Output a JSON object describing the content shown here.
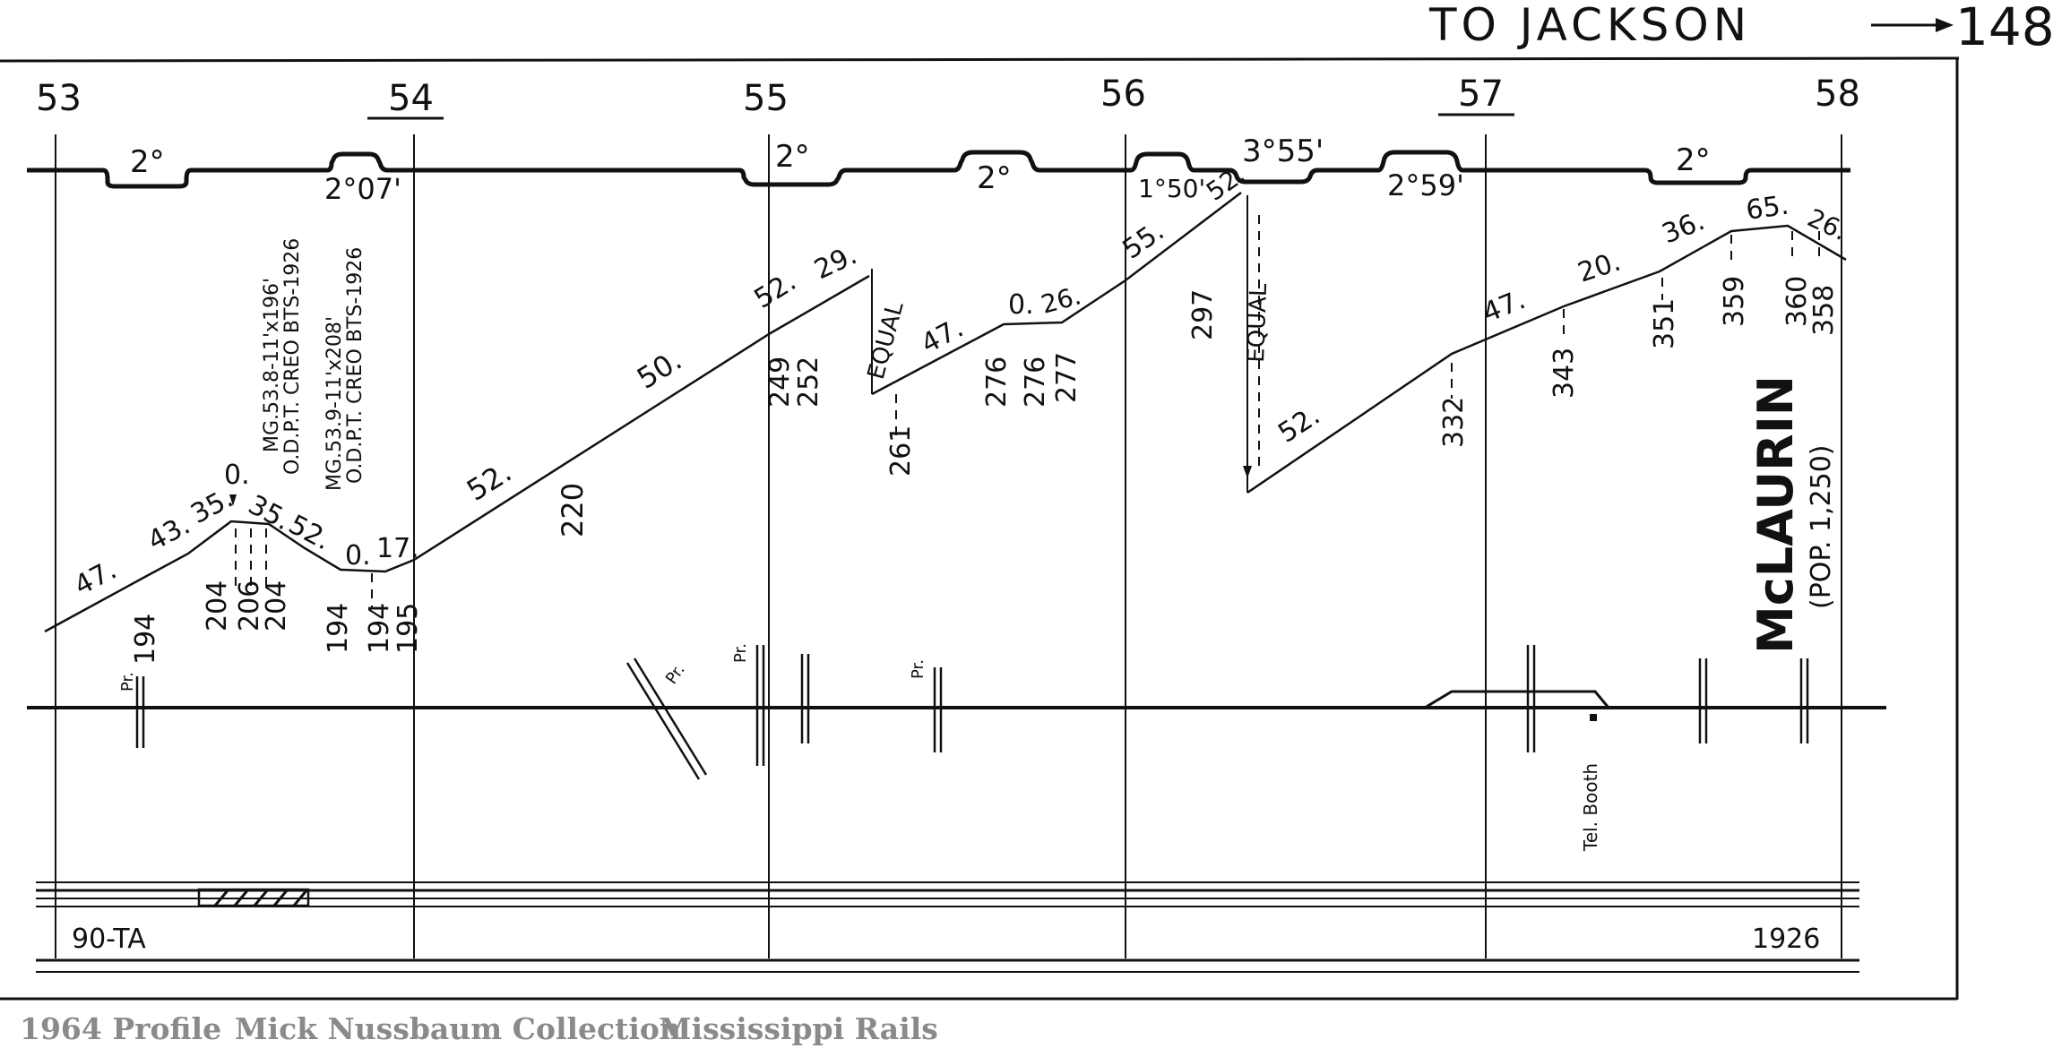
{
  "header": {
    "destination": "TO JACKSON",
    "arrow_glyph": "⟶",
    "page_number": "148"
  },
  "mileposts": [
    {
      "label": "53",
      "underline": false
    },
    {
      "label": "54",
      "underline": true
    },
    {
      "label": "55",
      "underline": false
    },
    {
      "label": "56",
      "underline": false
    },
    {
      "label": "57",
      "underline": true
    },
    {
      "label": "58",
      "underline": false
    }
  ],
  "curves": [
    {
      "label": "2°",
      "direction": "right"
    },
    {
      "label": "2°07'",
      "direction": "left"
    },
    {
      "label": "2°",
      "direction": "right"
    },
    {
      "label": "2°",
      "direction": "left"
    },
    {
      "label": "1°50'",
      "direction": "left"
    },
    {
      "label": "3°55'",
      "direction": "right"
    },
    {
      "label": "2°59'",
      "direction": "left"
    },
    {
      "label": "2°",
      "direction": "right"
    }
  ],
  "grades": [
    "47.",
    "43.",
    "35.",
    "0.",
    "35.",
    "52.",
    "0.",
    "17.",
    "52.",
    "50.",
    "52.",
    "29.",
    "47.",
    "0.",
    "26.",
    "55.",
    "52.",
    "52.",
    "47.",
    "20.",
    "36.",
    "65.",
    "26."
  ],
  "elevations": [
    "194",
    "204",
    "206",
    "204",
    "194",
    "194",
    "195",
    "220",
    "249",
    "252",
    "261",
    "276",
    "276",
    "277",
    "297",
    "332",
    "343",
    "351",
    "359",
    "360",
    "358"
  ],
  "notes": {
    "equal_1": "EQUAL",
    "equal_2": "EQUAL",
    "bridge_1_line1": "MG.53.8-11'x196'",
    "bridge_1_line2": "O.D.P.T. CREO BTS-1926",
    "bridge_2_line1": "MG.53.9-11'x208'",
    "bridge_2_line2": "O.D.P.T. CREO BTS-1926",
    "station_name": "McLAURIN",
    "station_pop": "(POP. 1,250)",
    "tel_booth": "Tel. Booth",
    "pr": "Pr."
  },
  "bottom_strip": {
    "left": "90-TA",
    "right": "1926"
  },
  "footer": {
    "item1": "1964 Profile",
    "item2": "Mick Nussbaum Collection",
    "item3": "Mississippi Rails"
  },
  "colors": {
    "ink": "#111111",
    "footer": "#8a8a8a",
    "paper": "#ffffff"
  }
}
